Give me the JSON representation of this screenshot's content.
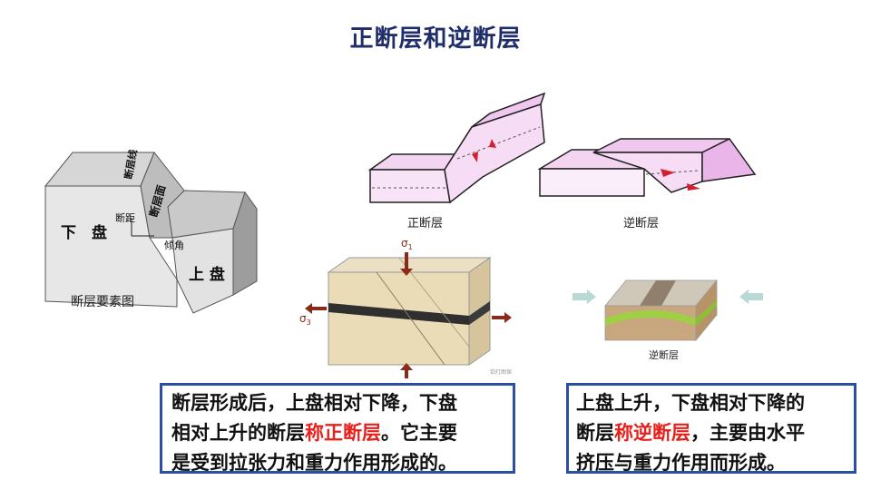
{
  "title": "正断层和逆断层",
  "fault_elements": {
    "caption": "断层要素图",
    "fault_line": "断层线",
    "fault_plane": "断层面",
    "throw": "断距",
    "dip_angle": "倾角",
    "footwall": "下　盘",
    "hanging_wall": "上 盘"
  },
  "normal_fault_caption": "正断层",
  "reverse_fault_caption": "逆断层",
  "stress_labels": {
    "s1": "σ",
    "s1_sub": "1",
    "s3": "σ",
    "s3_sub": "3"
  },
  "watermark": "铂灯图保",
  "box_left": {
    "line1": "断层形成后，上盘相对下降，下盘",
    "line2_a": "相对上升的断层",
    "line2_hl": "称正断层",
    "line2_b": "。它主要",
    "line3": "是受到拉张力和重力作用形成的。"
  },
  "box_right": {
    "line1": "上盘上升，下盘相对下降的",
    "line2_a": "断层",
    "line2_hl": "称逆断层",
    "line2_b": "，主要由水平",
    "line3": "挤压与重力作用而形成。"
  },
  "colors": {
    "title": "#1f2d6b",
    "box_border": "#2b4fa3",
    "highlight": "#e8201c"
  }
}
